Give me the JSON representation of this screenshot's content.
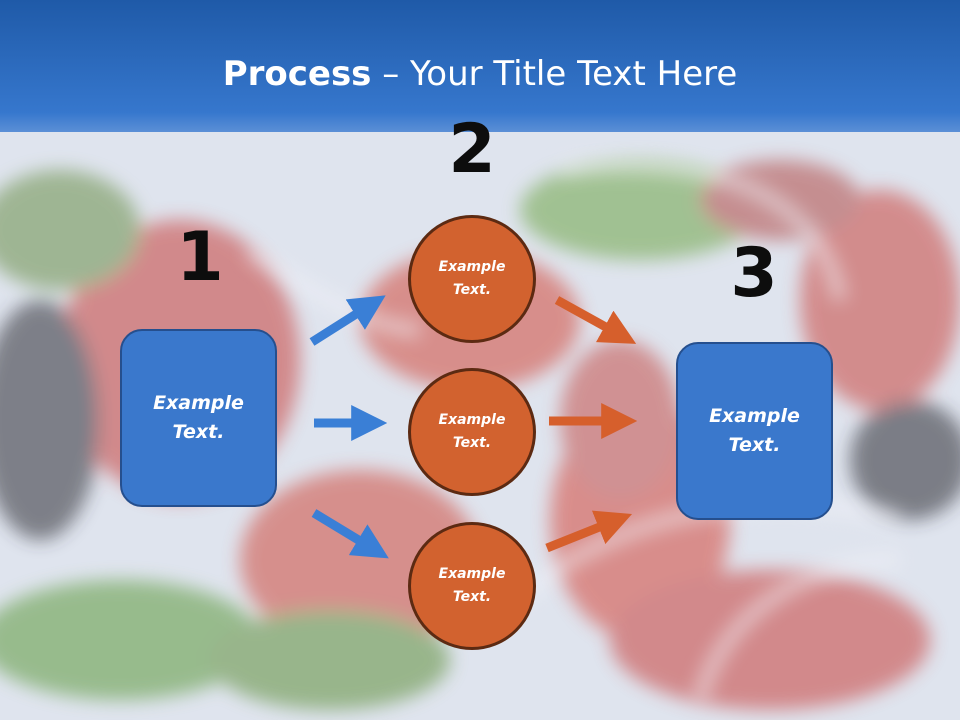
{
  "slide": {
    "title_bold": "Process",
    "title_rest": " – Your Title Text Here"
  },
  "diagram": {
    "steps": [
      {
        "number": "1",
        "label_line1": "Example",
        "label_line2": "Text."
      },
      {
        "number": "2",
        "label_line1": "Example",
        "label_line2": "Text."
      },
      {
        "number": "3",
        "label_line1": "Example",
        "label_line2": "Text."
      }
    ],
    "circles": [
      {
        "label_line1": "Example",
        "label_line2": "Text."
      },
      {
        "label_line1": "Example",
        "label_line2": "Text."
      },
      {
        "label_line1": "Example",
        "label_line2": "Text."
      }
    ]
  },
  "colors": {
    "header_blue": "#2b64b9",
    "box_blue": "#3a78cc",
    "arrow_blue": "#3a7fd6",
    "circle_orange": "#d2622f",
    "arrow_orange": "#d65f2c"
  }
}
